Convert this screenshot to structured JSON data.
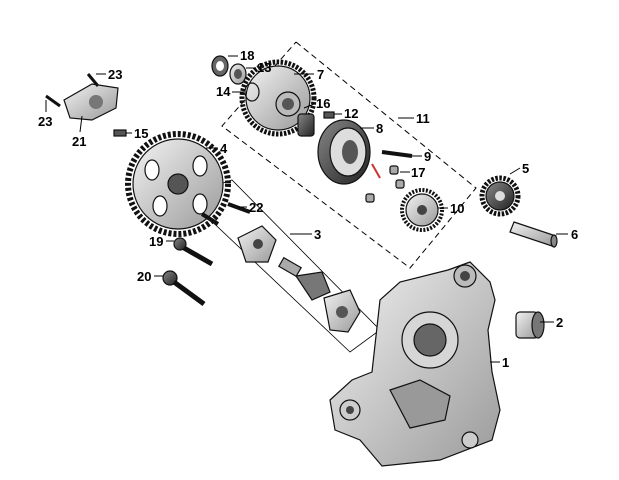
{
  "diagram": {
    "callouts": [
      {
        "id": "c18",
        "label": "18"
      },
      {
        "id": "c13",
        "label": "13"
      },
      {
        "id": "c7",
        "label": "7"
      },
      {
        "id": "c14",
        "label": "14"
      },
      {
        "id": "c16",
        "label": "16"
      },
      {
        "id": "c12",
        "label": "12"
      },
      {
        "id": "c11",
        "label": "11"
      },
      {
        "id": "c8",
        "label": "8"
      },
      {
        "id": "c9",
        "label": "9"
      },
      {
        "id": "c17",
        "label": "17"
      },
      {
        "id": "c10",
        "label": "10"
      },
      {
        "id": "c5",
        "label": "5"
      },
      {
        "id": "c6",
        "label": "6"
      },
      {
        "id": "c23a",
        "label": "23"
      },
      {
        "id": "c23b",
        "label": "23"
      },
      {
        "id": "c21",
        "label": "21"
      },
      {
        "id": "c15",
        "label": "15"
      },
      {
        "id": "c4",
        "label": "4"
      },
      {
        "id": "c22",
        "label": "22"
      },
      {
        "id": "c3",
        "label": "3"
      },
      {
        "id": "c19",
        "label": "19"
      },
      {
        "id": "c20",
        "label": "20"
      },
      {
        "id": "c2",
        "label": "2"
      },
      {
        "id": "c1",
        "label": "1"
      }
    ]
  }
}
